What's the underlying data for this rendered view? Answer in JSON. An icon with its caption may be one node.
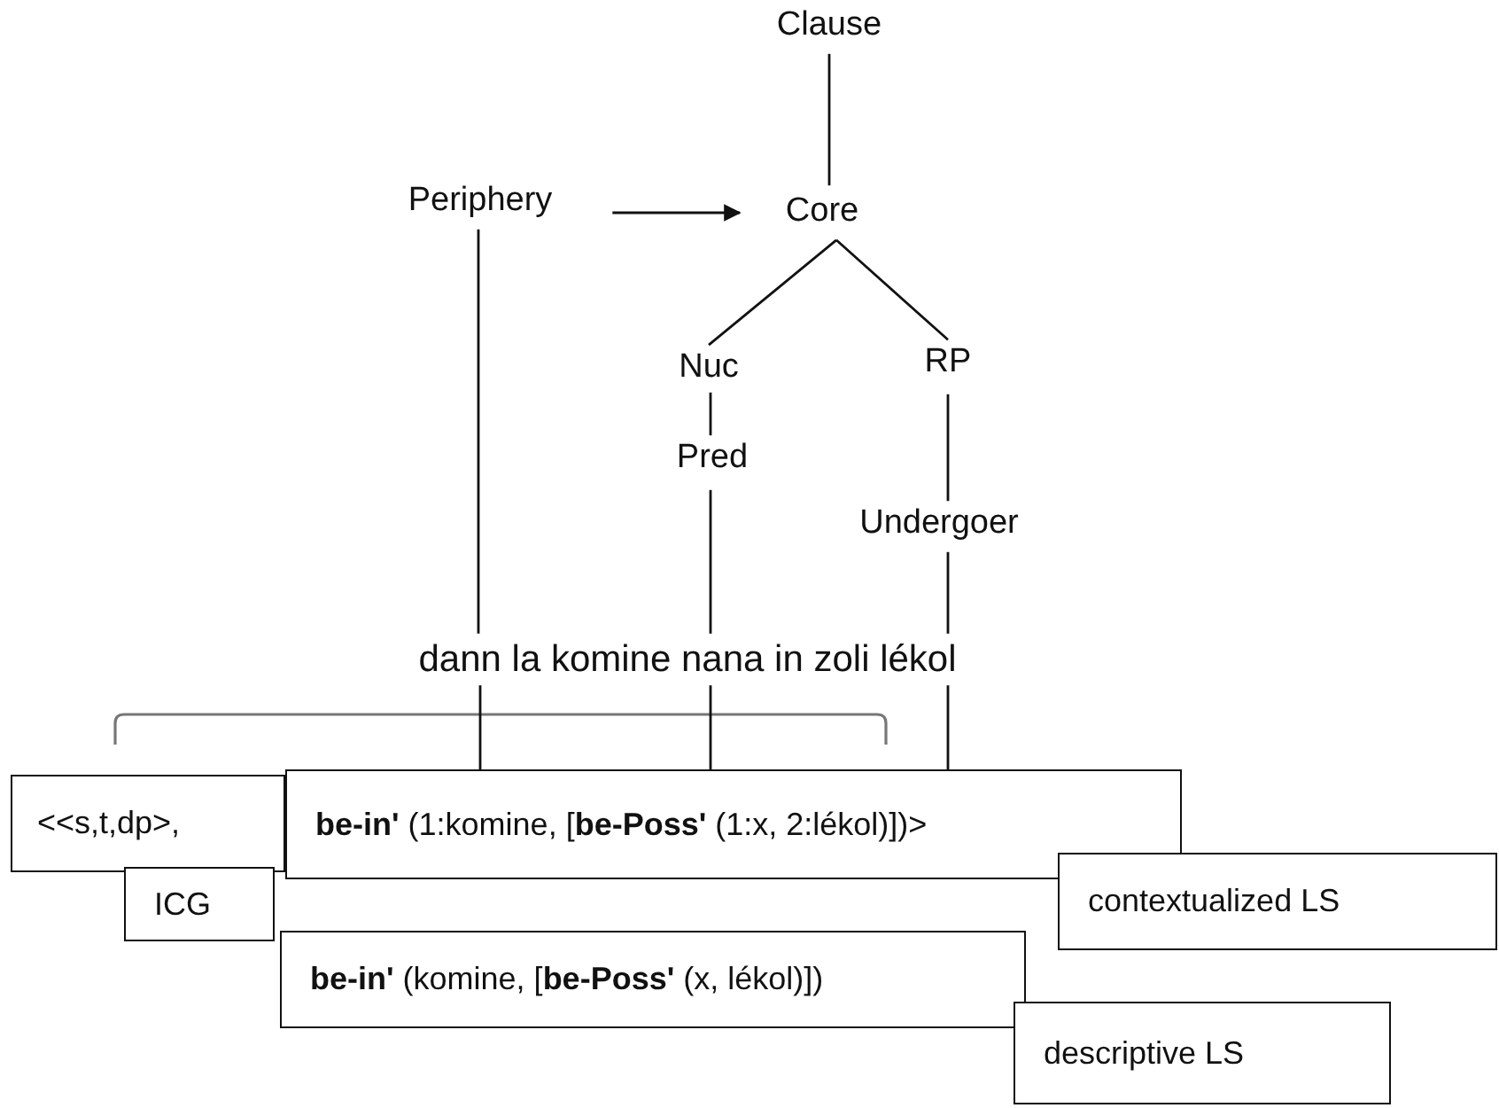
{
  "diagram": {
    "nodes": [
      {
        "text": [
          "Clause"
        ]
      },
      {
        "text": [
          "Periphery"
        ]
      },
      {
        "text": [
          "Core"
        ]
      },
      {
        "text": [
          "Nuc"
        ]
      },
      {
        "text": [
          "RP"
        ]
      },
      {
        "text": [
          "Pred"
        ]
      },
      {
        "text": [
          "Undergoer"
        ]
      },
      {
        "text": [
          "dann la komine nana in zoli lékol"
        ]
      },
      {
        "text": [
          "<<s,t,dp>,"
        ]
      },
      {
        "text": [
          "ICG"
        ]
      },
      {
        "text": [
          "**be-in'** (1:komine, [**be-Poss'** (1:x, 2:lékol)])>"
        ]
      },
      {
        "text": [
          "contextualized LS"
        ]
      },
      {
        "text": [
          "**be-in'** (komine, [**be-Poss'** (x, lékol)])"
        ]
      },
      {
        "text": [
          "descriptive LS"
        ]
      }
    ],
    "edges": [
      {
        "from": 0,
        "to": 2,
        "arrow": "none"
      },
      {
        "from": 1,
        "to": 2,
        "arrow": "to"
      },
      {
        "from": 2,
        "to": 3,
        "arrow": "none"
      },
      {
        "from": 2,
        "to": 4,
        "arrow": "none"
      },
      {
        "from": 3,
        "to": 5,
        "arrow": "none"
      },
      {
        "from": 4,
        "to": 6,
        "arrow": "none"
      },
      {
        "from": 1,
        "to": 7,
        "arrow": "none"
      },
      {
        "from": 5,
        "to": 7,
        "arrow": "none"
      },
      {
        "from": 6,
        "to": 7,
        "arrow": "none"
      },
      {
        "from": 7,
        "to": 10,
        "arrow": "none"
      },
      {
        "from": 7,
        "to": 10,
        "arrow": "none"
      },
      {
        "from": 7,
        "to": 10,
        "arrow": "none"
      }
    ]
  }
}
